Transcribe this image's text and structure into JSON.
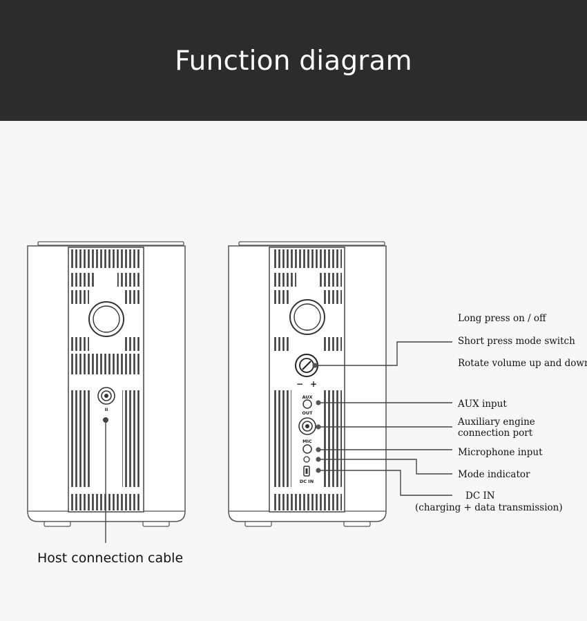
{
  "header": {
    "title": "Function diagram"
  },
  "colors": {
    "header_bg": "#2c2c2c",
    "background": "#f7f7f7",
    "line": "#444444"
  },
  "left_speaker": {
    "caption": "Host connection cable",
    "port_mark": "II"
  },
  "right_speaker": {
    "knob_minus": "−",
    "knob_plus": "+",
    "port_labels": {
      "aux": "AUX",
      "out": "OUT",
      "mic": "MIC",
      "dc_in": "DC IN"
    }
  },
  "callouts": {
    "long_press": "Long press on / off",
    "short_press": "Short press mode switch",
    "rotate": "Rotate volume up and down",
    "aux_input": "AUX input",
    "aux_engine_line1": "Auxiliary engine",
    "aux_engine_line2": "connection port",
    "mic_input": "Microphone input",
    "mode_indicator": "Mode indicator",
    "dc_in": "DC  IN",
    "dc_in_sub": "(charging + data transmission)"
  }
}
